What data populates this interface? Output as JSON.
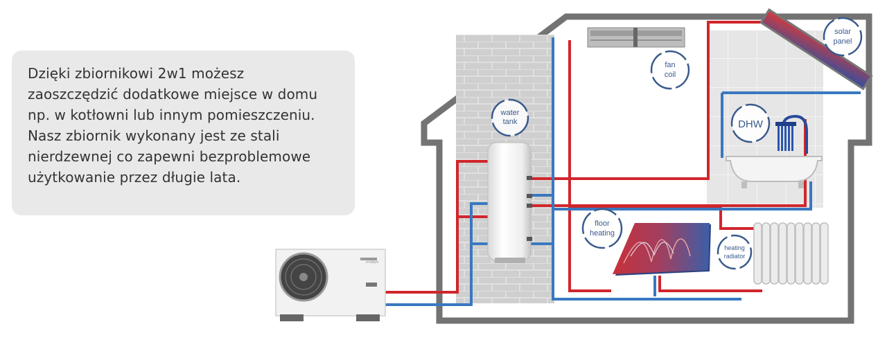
{
  "description_text": {
    "lines": [
      "Dzięki zbiornikowi 2w1 możesz",
      "zaoszczędzić dodatkowe miejsce w domu",
      "np. w kotłowni lub innym pomieszczeniu.",
      "Nasz zbiornik wykonany jest ze stali",
      "nierdzewnej co zapewni bezproblemowe",
      "użytkowanie przez długie lata."
    ]
  },
  "labels": {
    "water_tank": [
      "water",
      "tank"
    ],
    "fan_coil": [
      "fan",
      "coil"
    ],
    "solar_panel": [
      "solar",
      "panel"
    ],
    "dhw": "DHW",
    "floor_heating": [
      "floor",
      "heating"
    ],
    "heating_radiator": [
      "heating",
      "radiator"
    ],
    "brand": "HYUNDAI"
  },
  "colors": {
    "hot_pipe": "#d0262c",
    "cold_pipe": "#3a78c0",
    "house_outline": "#707070",
    "label_accent": "#3a5a8c"
  }
}
